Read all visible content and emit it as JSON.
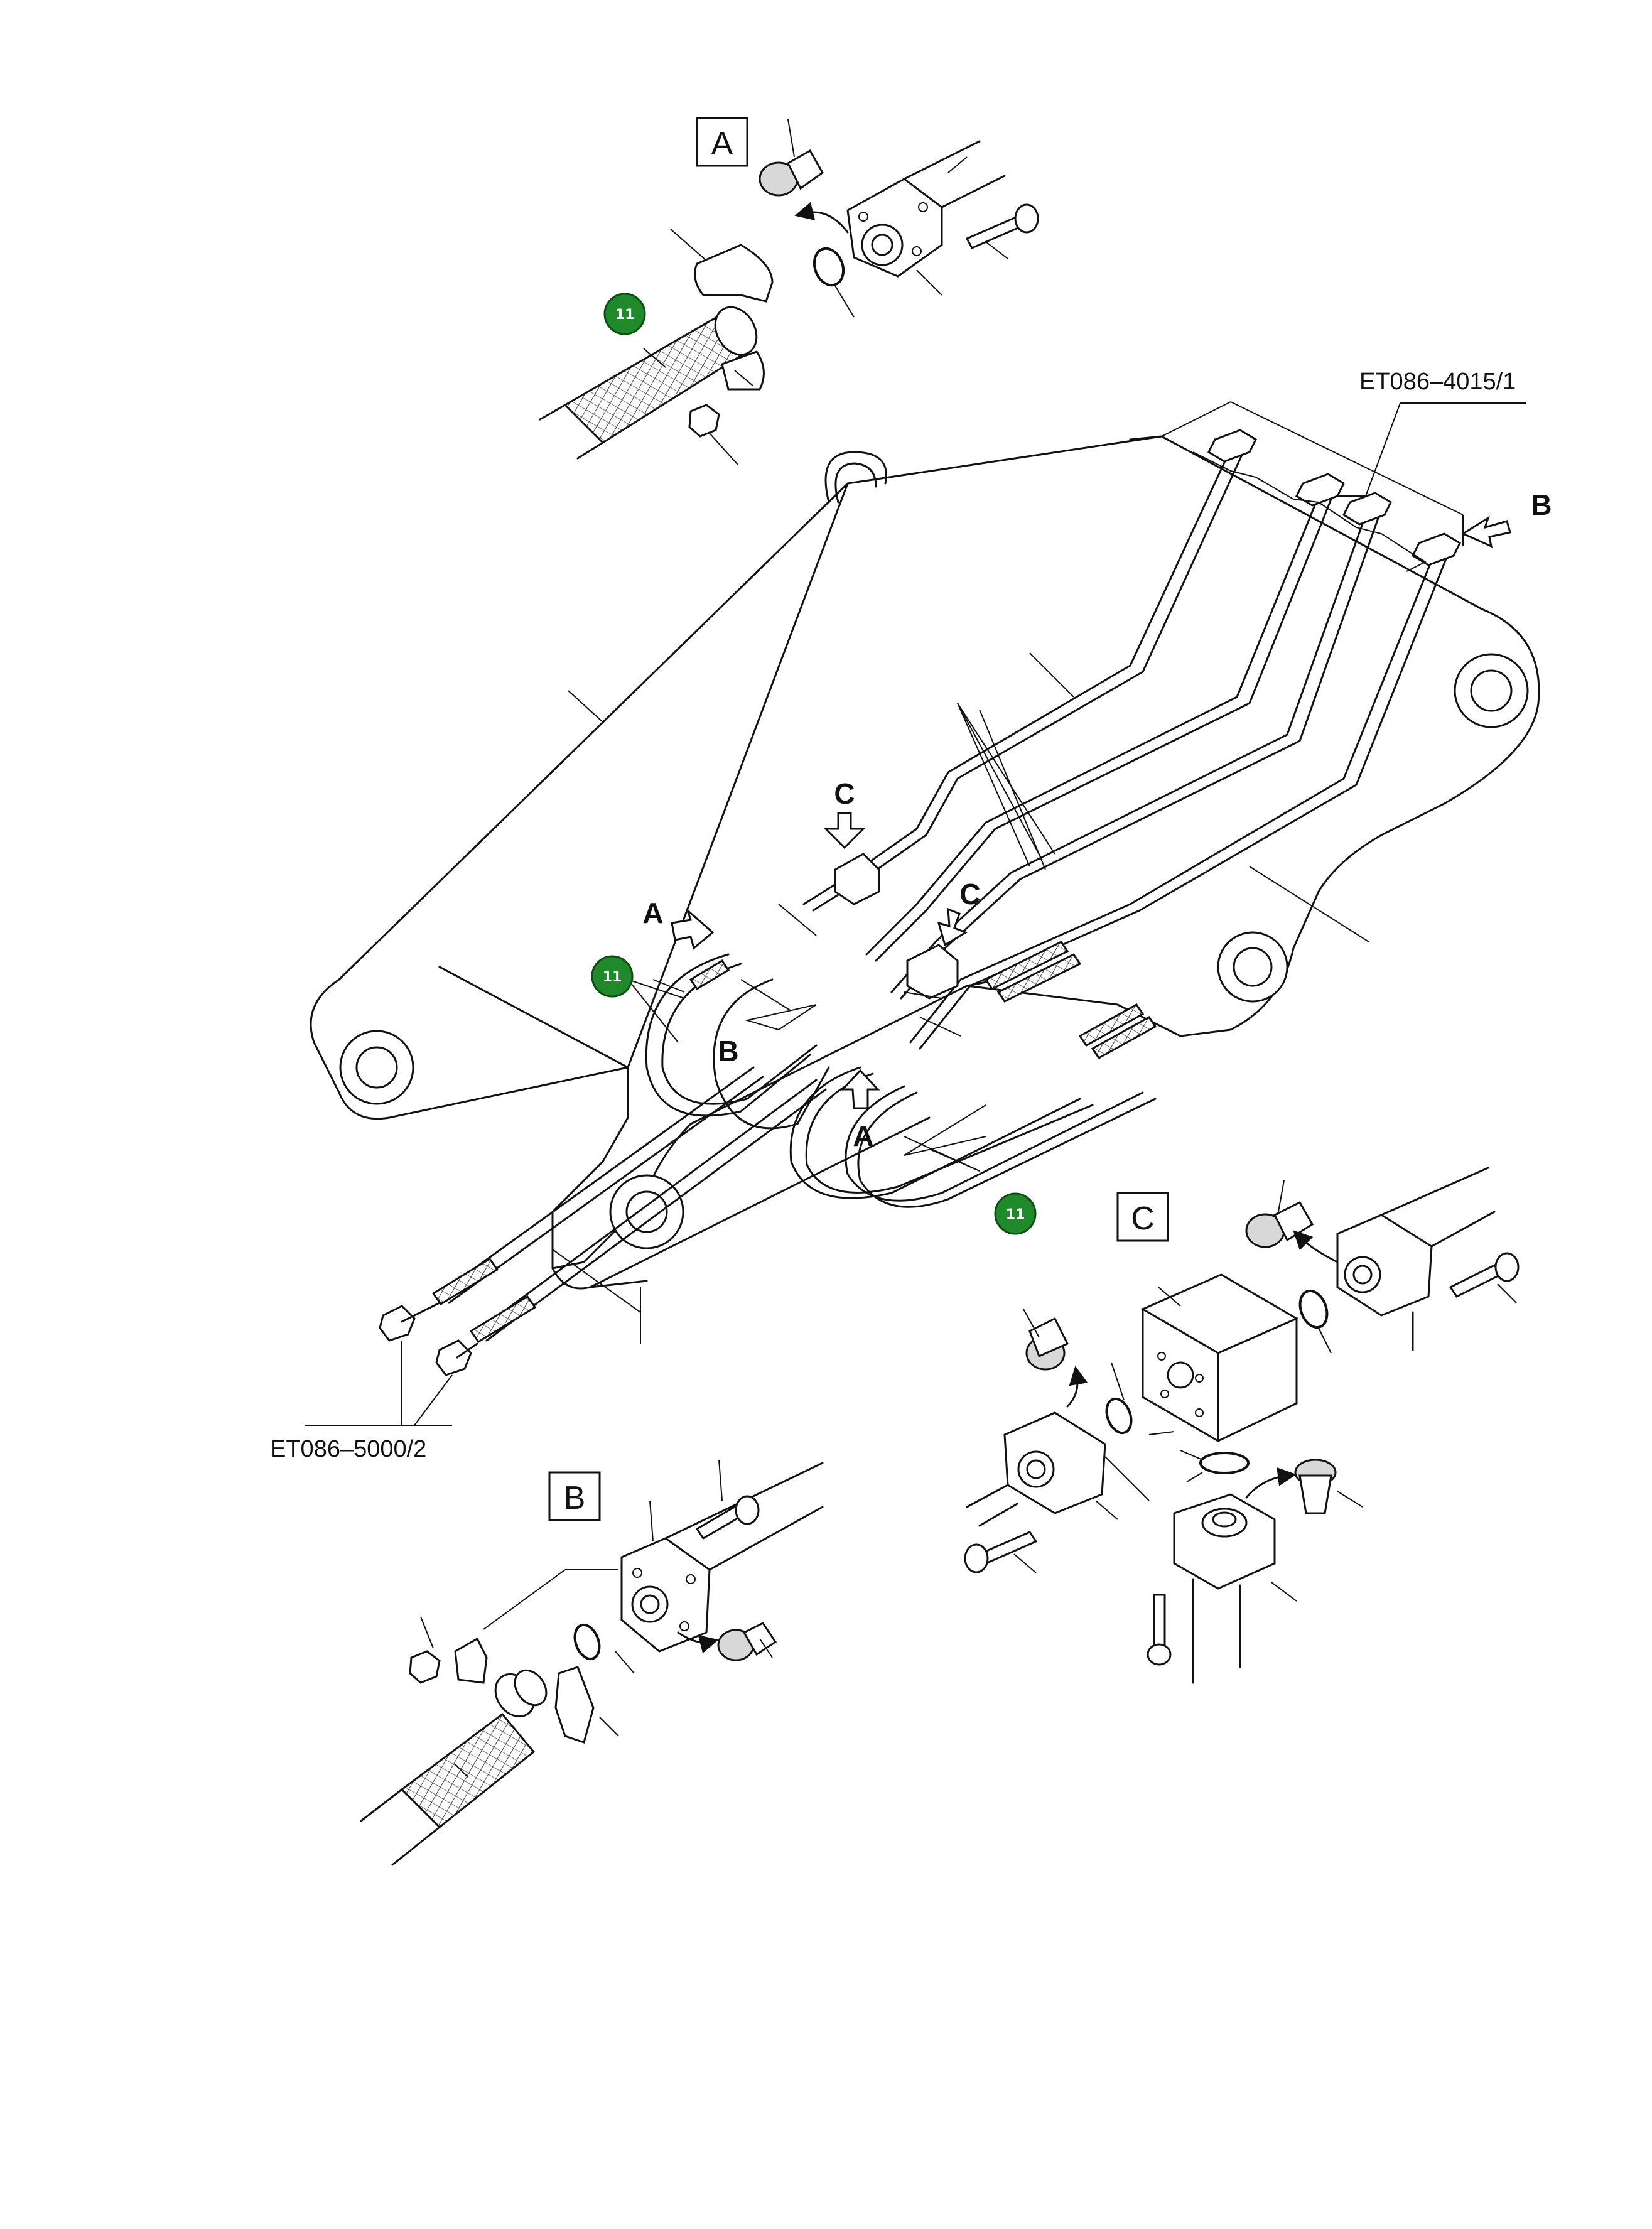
{
  "references": {
    "top": "ET086–4015/1",
    "bottom": "ET086–5000/2"
  },
  "detail_boxes": [
    {
      "id": "A",
      "label": "A"
    },
    {
      "id": "B",
      "label": "B"
    },
    {
      "id": "C",
      "label": "C"
    }
  ],
  "view_arrows": {
    "a1": "A",
    "a2": "A",
    "b_top": "B",
    "b_mid": "B",
    "c1": "C",
    "c2": "C"
  },
  "badges": {
    "badge1": "11",
    "badge2": "11",
    "badge3": "11"
  },
  "colors": {
    "line": "#111111",
    "badge": "#1f8a2a",
    "badge_text": "#ffffff",
    "background": "#ffffff"
  }
}
